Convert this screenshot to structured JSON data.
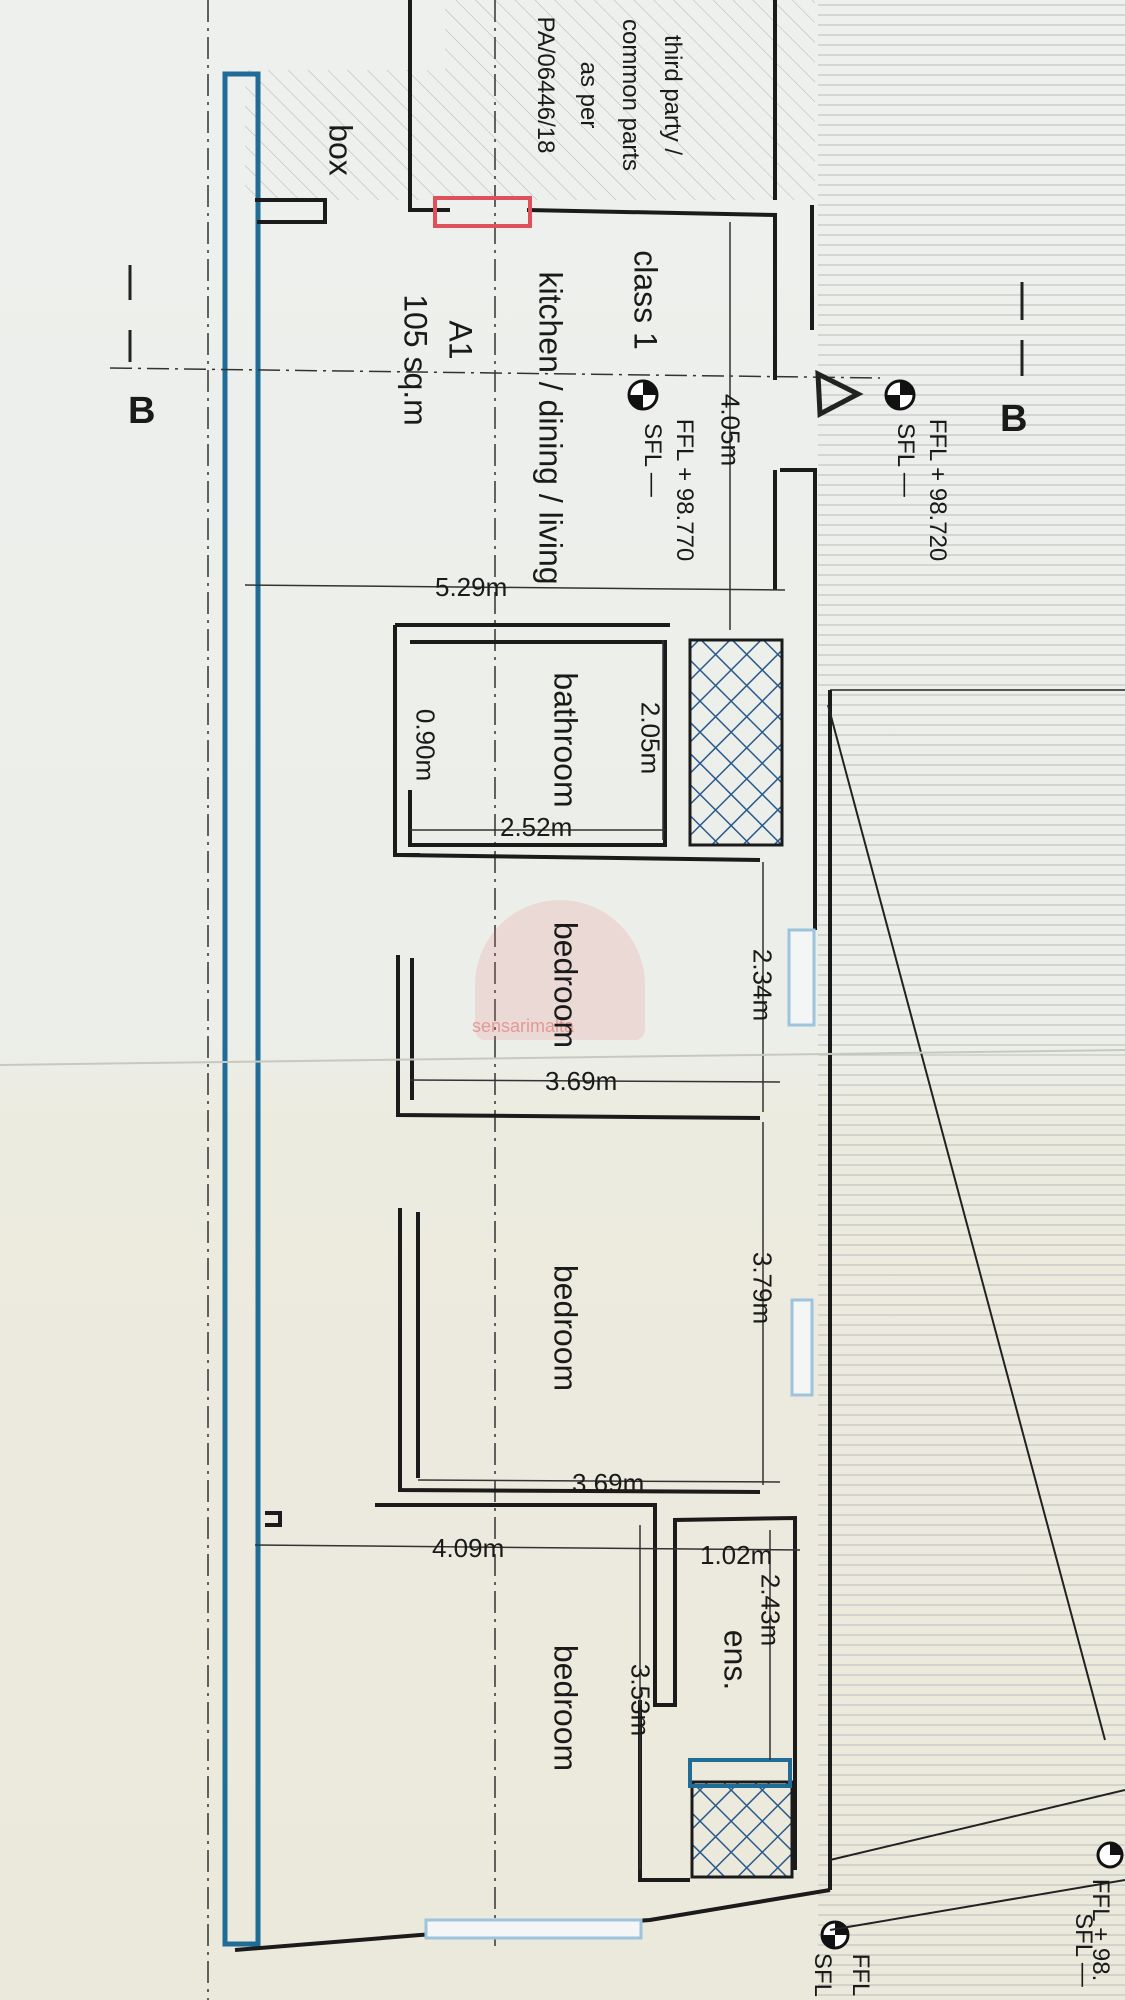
{
  "labels": {
    "third_party_line1": "third party /",
    "third_party_line2": "common parts",
    "third_party_line3": "as per",
    "third_party_line4": "PA/06446/18",
    "box": "box",
    "class1": "class 1",
    "kitchen": "kitchen / dining / living",
    "unit_name": "A1",
    "unit_area": "105 sq.m",
    "ffl1": "FFL + 98.770",
    "sfl1": "SFL —",
    "ffl2": "FFL + 98.720",
    "sfl2": "SFL —",
    "ffl3": "FFL + 98.",
    "sfl3": "SFL —",
    "ffl4": "FFL",
    "sfl4": "SFL",
    "section_left": "B",
    "section_right": "B",
    "bathroom": "bathroom",
    "bedroom1": "bedroom",
    "bedroom2": "bedroom",
    "bedroom3": "bedroom",
    "ensuite": "ens.",
    "watermark": "sensarimalta"
  },
  "dimensions": {
    "d405": "4.05m",
    "d529": "5.29m",
    "d205": "2.05m",
    "d090": "0.90m",
    "d252": "2.52m",
    "d234": "2.34m",
    "d369a": "3.69m",
    "d379": "3.79m",
    "d369b": "3.69m",
    "d409": "4.09m",
    "d102": "1.02m",
    "d243": "2.43m",
    "d353": "3.53m"
  },
  "colors": {
    "wall": "#1b1b1b",
    "blue_boundary": "#1f6d96",
    "red_marker": "#e0505a",
    "hatch": "#2a5a8a",
    "window": "#9cc4dc"
  }
}
